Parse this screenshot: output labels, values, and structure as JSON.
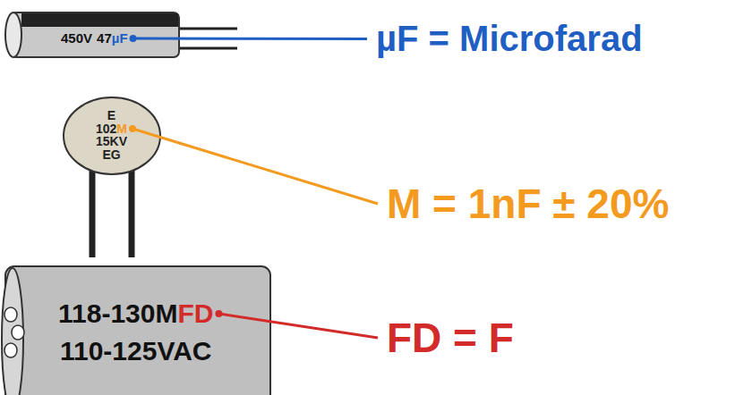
{
  "diagram": {
    "nodes": [
      {
        "text": [
          "450V",
          "47",
          "µF"
        ]
      },
      {
        "text": [
          "E",
          "102",
          "M",
          "15KV",
          "EG"
        ]
      },
      {
        "text": [
          "118-130M",
          "FD",
          "110-125VAC"
        ]
      }
    ],
    "labels": [
      "µF = Microfarad",
      "M = 1nF ± 20%",
      "FD = F"
    ]
  }
}
